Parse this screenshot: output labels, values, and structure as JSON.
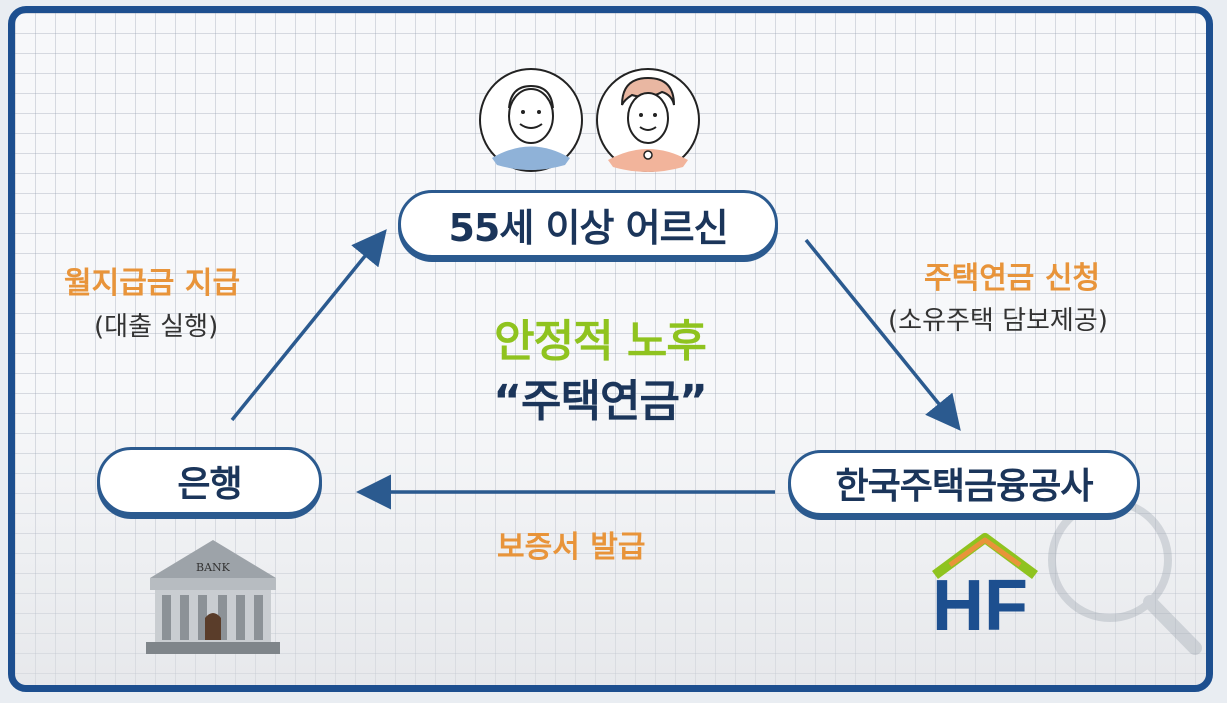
{
  "nodes": {
    "elder": "55세 이상 어르신",
    "bank": "은행",
    "hf": "한국주택금융공사"
  },
  "labels": {
    "monthly_payment": "월지급금 지급",
    "monthly_payment_sub": "(대출 실행)",
    "apply": "주택연금 신청",
    "apply_sub": "(소유주택 담보제공)",
    "guarantee": "보증서 발급"
  },
  "center": {
    "line1": "안정적 노후",
    "line2": "“주택연금”"
  },
  "bank_sign": "BANK",
  "hf_logo": "HF",
  "colors": {
    "frame": "#1d4f8f",
    "pill_border": "#2b5a8f",
    "node_text": "#1b355a",
    "orange": "#e8943a",
    "green": "#8fc31f",
    "arrow": "#2b5a8f"
  },
  "icons": [
    "elderly-man-icon",
    "elderly-woman-icon",
    "bank-building-icon",
    "hf-logo-icon",
    "magnifier-icon"
  ]
}
